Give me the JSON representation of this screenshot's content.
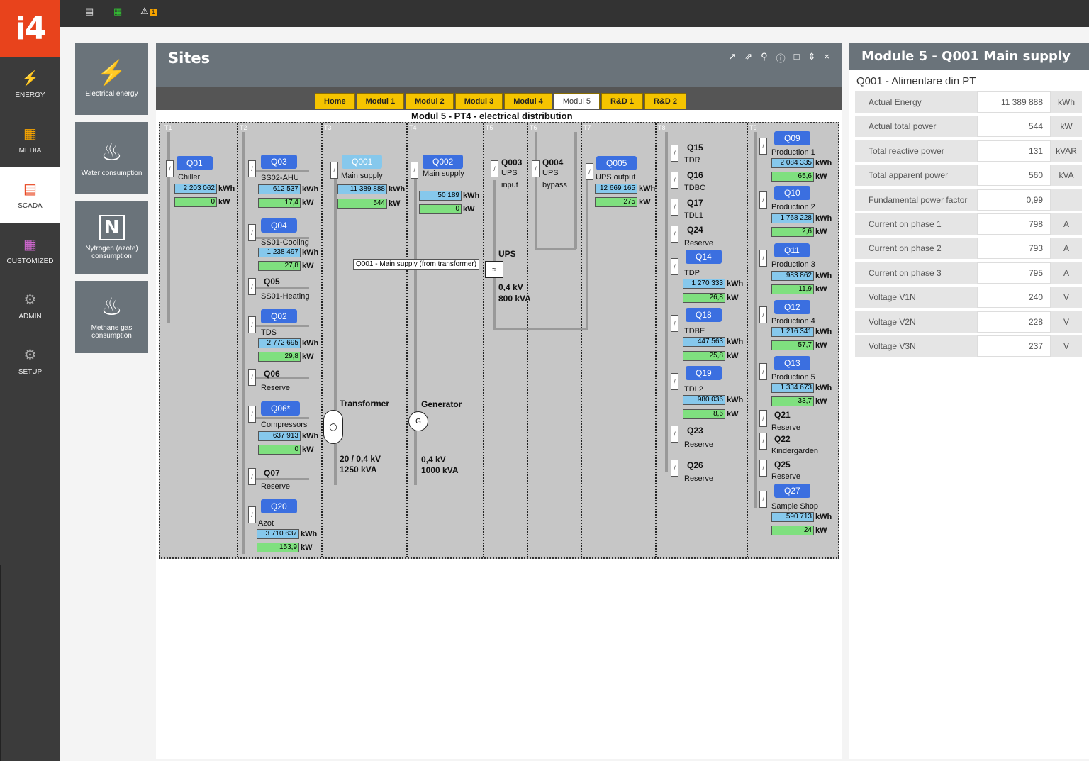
{
  "app": {
    "logo": "i4"
  },
  "topbar": {
    "alert_count": "1"
  },
  "sidebar": {
    "items": [
      {
        "label": "ENERGY",
        "icon": "energy-icon"
      },
      {
        "label": "MEDIA",
        "icon": "media-icon"
      },
      {
        "label": "SCADA",
        "icon": "scada-icon",
        "active": true
      },
      {
        "label": "CUSTOMIZED",
        "icon": "customized-icon"
      },
      {
        "label": "ADMIN",
        "icon": "gear-icon"
      },
      {
        "label": "SETUP",
        "icon": "gear-icon"
      }
    ]
  },
  "tiles": [
    {
      "label": "Electrical energy",
      "icon": "lightning-icon"
    },
    {
      "label": "Water consumption",
      "icon": "tap-icon"
    },
    {
      "label": "Nytrogen (azote) consumption",
      "icon": "n-icon",
      "glyph": "N"
    },
    {
      "label": "Methane gas consumption",
      "icon": "flame-icon"
    }
  ],
  "sites": {
    "title": "Sites",
    "tabs": [
      "Home",
      "Modul 1",
      "Modul 2",
      "Modul 3",
      "Modul 4",
      "Modul 5",
      "R&D 1",
      "R&D 2"
    ],
    "active_tab": "Modul 5"
  },
  "diagram": {
    "title": "Modul 5 -  PT4  -  electrical distribution",
    "col_tags": [
      "T1",
      "T2",
      "T3",
      "T4",
      "T5",
      "T6",
      "T7",
      "T8",
      "T9"
    ],
    "tooltip": "Q001 - Main supply (from transformer)",
    "kwh_unit": "kWh",
    "kw_unit": "kW",
    "q01": {
      "btn": "Q01",
      "name": "Chiller",
      "kwh": "2 203 062",
      "kw": "0"
    },
    "q03": {
      "btn": "Q03",
      "name": "SS02-AHU",
      "kwh": "612 537",
      "kw": "17,4"
    },
    "q04": {
      "btn": "Q04",
      "name": "SS01-Cooling",
      "kwh": "1 238 497",
      "kw": "27,8"
    },
    "q05": {
      "btn": "Q05",
      "name": "SS01-Heating"
    },
    "q02": {
      "btn": "Q02",
      "name": "TDS",
      "kwh": "2 772 695",
      "kw": "29,8"
    },
    "q06": {
      "btn": "Q06",
      "name": "Reserve"
    },
    "q06s": {
      "btn": "Q06*",
      "name": "Compressors",
      "kwh": "637 913",
      "kw": "0"
    },
    "q07": {
      "btn": "Q07",
      "name": "Reserve"
    },
    "q20": {
      "btn": "Q20",
      "name": "Azot",
      "kwh": "3 710 637",
      "kw": "153,9"
    },
    "q001": {
      "btn": "Q001",
      "name": "Main supply",
      "kwh": "11 389 888",
      "kw": "544"
    },
    "q002": {
      "btn": "Q002",
      "name": "Main supply",
      "kwh": "50 189",
      "kw": "0"
    },
    "transformer": {
      "title": "Transformer",
      "spec1": "20 / 0,4 kV",
      "spec2": "1250 kVA"
    },
    "generator": {
      "title": "Generator",
      "spec1": "0,4 kV",
      "spec2": "1000 kVA"
    },
    "q003": {
      "btn": "Q003",
      "l1": "UPS",
      "l2": "input"
    },
    "q004": {
      "btn": "Q004",
      "l1": "UPS",
      "l2": "bypass"
    },
    "ups": {
      "title": "UPS",
      "spec1": "0,4 kV",
      "spec2": "800 kVA"
    },
    "q005": {
      "btn": "Q005",
      "name": "UPS output",
      "kwh": "12 669 165",
      "kw": "275"
    },
    "q15": {
      "btn": "Q15",
      "name": "TDR"
    },
    "q16": {
      "btn": "Q16",
      "name": "TDBC"
    },
    "q17": {
      "btn": "Q17",
      "name": "TDL1"
    },
    "q24": {
      "btn": "Q24",
      "name": "Reserve"
    },
    "q14": {
      "btn": "Q14",
      "name": "TDP",
      "kwh": "1 270 333",
      "kw": "26,8"
    },
    "q18": {
      "btn": "Q18",
      "name": "TDBE",
      "kwh": "447 563",
      "kw": "25,8"
    },
    "q19": {
      "btn": "Q19",
      "name": "TDL2",
      "kwh": "980 036",
      "kw": "8,6"
    },
    "q23": {
      "btn": "Q23",
      "name": "Reserve"
    },
    "q26": {
      "btn": "Q26",
      "name": "Reserve"
    },
    "q09": {
      "btn": "Q09",
      "name": "Production 1",
      "kwh": "2 084 335",
      "kw": "65,6"
    },
    "q10": {
      "btn": "Q10",
      "name": "Production 2",
      "kwh": "1 768 228",
      "kw": "2,6"
    },
    "q11": {
      "btn": "Q11",
      "name": "Production 3",
      "kwh": "983 862",
      "kw": "11,9"
    },
    "q12": {
      "btn": "Q12",
      "name": "Production 4",
      "kwh": "1 216 341",
      "kw": "57,7"
    },
    "q13": {
      "btn": "Q13",
      "name": "Production 5",
      "kwh": "1 334 673",
      "kw": "33,7"
    },
    "q21": {
      "btn": "Q21",
      "name": "Reserve"
    },
    "q22": {
      "btn": "Q22",
      "name": "Kindergarden"
    },
    "q25": {
      "btn": "Q25",
      "name": "Reserve"
    },
    "q27": {
      "btn": "Q27",
      "name": "Sample Shop",
      "kwh": "590 713",
      "kw": "24"
    }
  },
  "panel": {
    "title": "Module 5 - Q001 Main supply",
    "subtitle": "Q001 - Alimentare din PT",
    "rows": [
      {
        "label": "Actual Energy",
        "value": "11 389 888",
        "unit": "kWh"
      },
      {
        "label": "Actual total power",
        "value": "544",
        "unit": "kW"
      },
      {
        "label": "Total reactive power",
        "value": "131",
        "unit": "kVAR"
      },
      {
        "label": "Total apparent power",
        "value": "560",
        "unit": "kVA"
      },
      {
        "label": "Fundamental power factor",
        "value": "0,99",
        "unit": ""
      },
      {
        "label": "Current on phase 1",
        "value": "798",
        "unit": "A"
      },
      {
        "label": "Current on phase 2",
        "value": "793",
        "unit": "A"
      },
      {
        "label": "Current on phase 3",
        "value": "795",
        "unit": "A"
      },
      {
        "label": "Voltage V1N",
        "value": "240",
        "unit": "V"
      },
      {
        "label": "Voltage V2N",
        "value": "228",
        "unit": "V"
      },
      {
        "label": "Voltage V3N",
        "value": "237",
        "unit": "V"
      }
    ]
  }
}
